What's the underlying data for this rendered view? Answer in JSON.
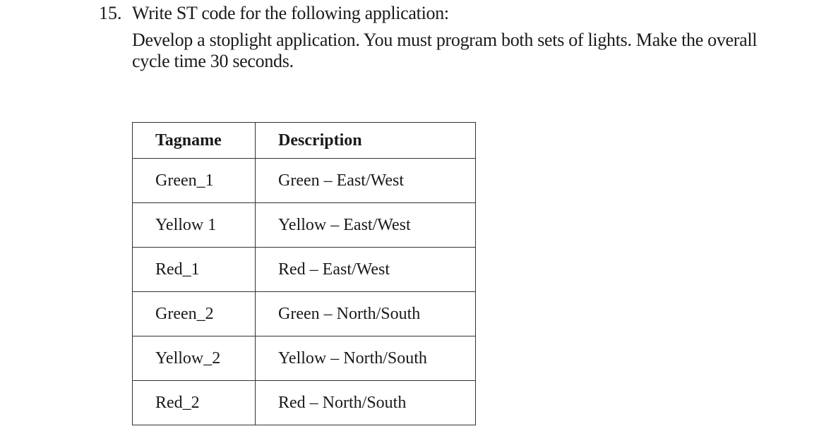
{
  "question": {
    "number": "15.",
    "prompt": "Write ST code for the following application:",
    "body_line1": "Develop a stoplight application. You must program both sets of lights. Make the overall",
    "body_line2": "cycle time 30 seconds."
  },
  "table": {
    "headers": [
      "Tagname",
      "Description"
    ],
    "rows": [
      [
        "Green_1",
        "Green – East/West"
      ],
      [
        "Yellow 1",
        "Yellow – East/West"
      ],
      [
        "Red_1",
        "Red – East/West"
      ],
      [
        "Green_2",
        "Green – North/South"
      ],
      [
        "Yellow_2",
        "Yellow – North/South"
      ],
      [
        "Red_2",
        "Red – North/South"
      ]
    ]
  }
}
